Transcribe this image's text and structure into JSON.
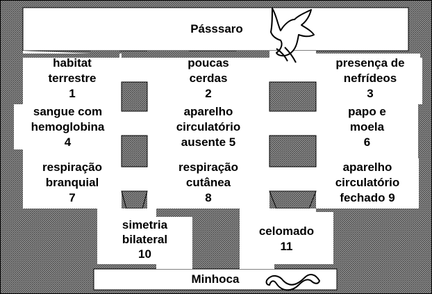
{
  "top_label": "Pásssaro",
  "bottom_label": "Minhoca",
  "icons": {
    "top": "bird-icon",
    "bottom": "worm-icon"
  },
  "colors": {
    "hatch": "#7a7a7a",
    "box": "#ffffff",
    "ink": "#000000"
  },
  "cells": [
    {
      "id": "1",
      "lines": [
        "habitat",
        "terrestre",
        "1"
      ]
    },
    {
      "id": "2",
      "lines": [
        "poucas",
        "cerdas",
        "2"
      ]
    },
    {
      "id": "3",
      "lines": [
        "presença  de",
        "nefrídeos",
        "3"
      ]
    },
    {
      "id": "4",
      "lines": [
        "sangue com",
        "hemoglobina",
        "4"
      ]
    },
    {
      "id": "5",
      "lines": [
        "aparelho",
        "circulatório",
        "ausente 5"
      ]
    },
    {
      "id": "6",
      "lines": [
        "papo e",
        "moela",
        "6"
      ]
    },
    {
      "id": "7",
      "lines": [
        "respiração",
        "branquial",
        "7"
      ]
    },
    {
      "id": "8",
      "lines": [
        "respiração",
        "cutânea",
        "8"
      ]
    },
    {
      "id": "9",
      "lines": [
        "aparelho",
        "circulatório",
        "fechado 9"
      ]
    },
    {
      "id": "10",
      "lines": [
        "simetria",
        "bilateral",
        "10"
      ]
    },
    {
      "id": "11",
      "lines": [
        "celomado",
        "11"
      ]
    }
  ]
}
